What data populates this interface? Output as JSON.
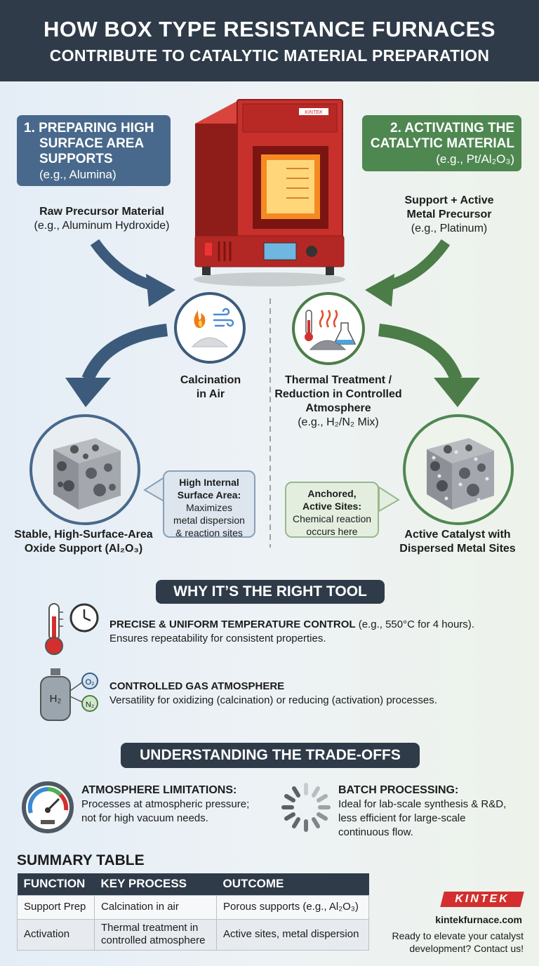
{
  "header": {
    "title_line1": "HOW BOX TYPE RESISTANCE FURNACES",
    "title_line2": "CONTRIBUTE TO CATALYTIC MATERIAL PREPARATION"
  },
  "furnace": {
    "brand": "KINTEK"
  },
  "step1": {
    "title_line1": "1. PREPARING HIGH",
    "title_line2": "SURFACE AREA",
    "title_line3": "SUPPORTS",
    "example": "(e.g., Alumina)",
    "input_label": "Raw Precursor Material",
    "input_example": "(e.g., Aluminum Hydroxide)",
    "process_line1": "Calcination",
    "process_line2": "in Air",
    "output_line1": "Stable, High-Surface-Area",
    "output_line2": "Oxide Support (Al₂O₃)",
    "note_title_line1": "High Internal",
    "note_title_line2": "Surface Area:",
    "note_text_line1": "Maximizes",
    "note_text_line2": "metal dispersion",
    "note_text_line3": "& reaction sites"
  },
  "step2": {
    "title_line1": "2. ACTIVATING THE",
    "title_line2": "CATALYTIC MATERIAL",
    "example": "(e.g., Pt/Al₂O₃)",
    "input_label_line1": "Support + Active",
    "input_label_line2": "Metal Precursor",
    "input_example": "(e.g., Platinum)",
    "process_line1": "Thermal Treatment /",
    "process_line2": "Reduction in Controlled",
    "process_line3": "Atmosphere",
    "process_example": "(e.g., H₂/N₂ Mix)",
    "output_line1": "Active Catalyst with",
    "output_line2": "Dispersed Metal Sites",
    "note_title_line1": "Anchored,",
    "note_title_line2": "Active Sites:",
    "note_text_line1": "Chemical reaction",
    "note_text_line2": "occurs here"
  },
  "why": {
    "heading": "WHY IT’S THE RIGHT TOOL",
    "item1_title": "PRECISE & UNIFORM TEMPERATURE CONTROL",
    "item1_suffix": " (e.g., 550°C for 4 hours).",
    "item1_text": "Ensures repeatability for consistent properties.",
    "item2_title": "CONTROLLED GAS ATMOSPHERE",
    "item2_text": "Versatility for oxidizing (calcination) or reducing (activation) processes.",
    "gas_labels": {
      "tank": "H₂",
      "o2": "O₂",
      "n2": "N₂"
    }
  },
  "tradeoffs": {
    "heading": "UNDERSTANDING THE TRADE-OFFS",
    "item1_title": "ATMOSPHERE LIMITATIONS:",
    "item1_line1": "Processes at atmospheric pressure;",
    "item1_line2": "not for high vacuum needs.",
    "item2_title": "BATCH PROCESSING:",
    "item2_line1": "Ideal for lab-scale synthesis & R&D,",
    "item2_line2": "less efficient for large-scale",
    "item2_line3": "continuous flow."
  },
  "summary": {
    "heading": "SUMMARY TABLE",
    "columns": [
      "FUNCTION",
      "KEY PROCESS",
      "OUTCOME"
    ],
    "rows": [
      [
        "Support Prep",
        "Calcination in air",
        "Porous supports (e.g., Al₂O₃)"
      ],
      [
        "Activation",
        "Thermal treatment in controlled atmosphere",
        "Active sites, metal dispersion"
      ]
    ]
  },
  "footer": {
    "logo": "KINTEK",
    "website": "kintekfurnace.com",
    "cta_line1": "Ready to elevate your catalyst",
    "cta_line2": "development? Contact us!"
  },
  "colors": {
    "header_bg": "#2f3b48",
    "step1_blue": "#48698b",
    "step2_green": "#4f8751",
    "furnace_red": "#c8302c",
    "kintek_red": "#d32f2f"
  }
}
